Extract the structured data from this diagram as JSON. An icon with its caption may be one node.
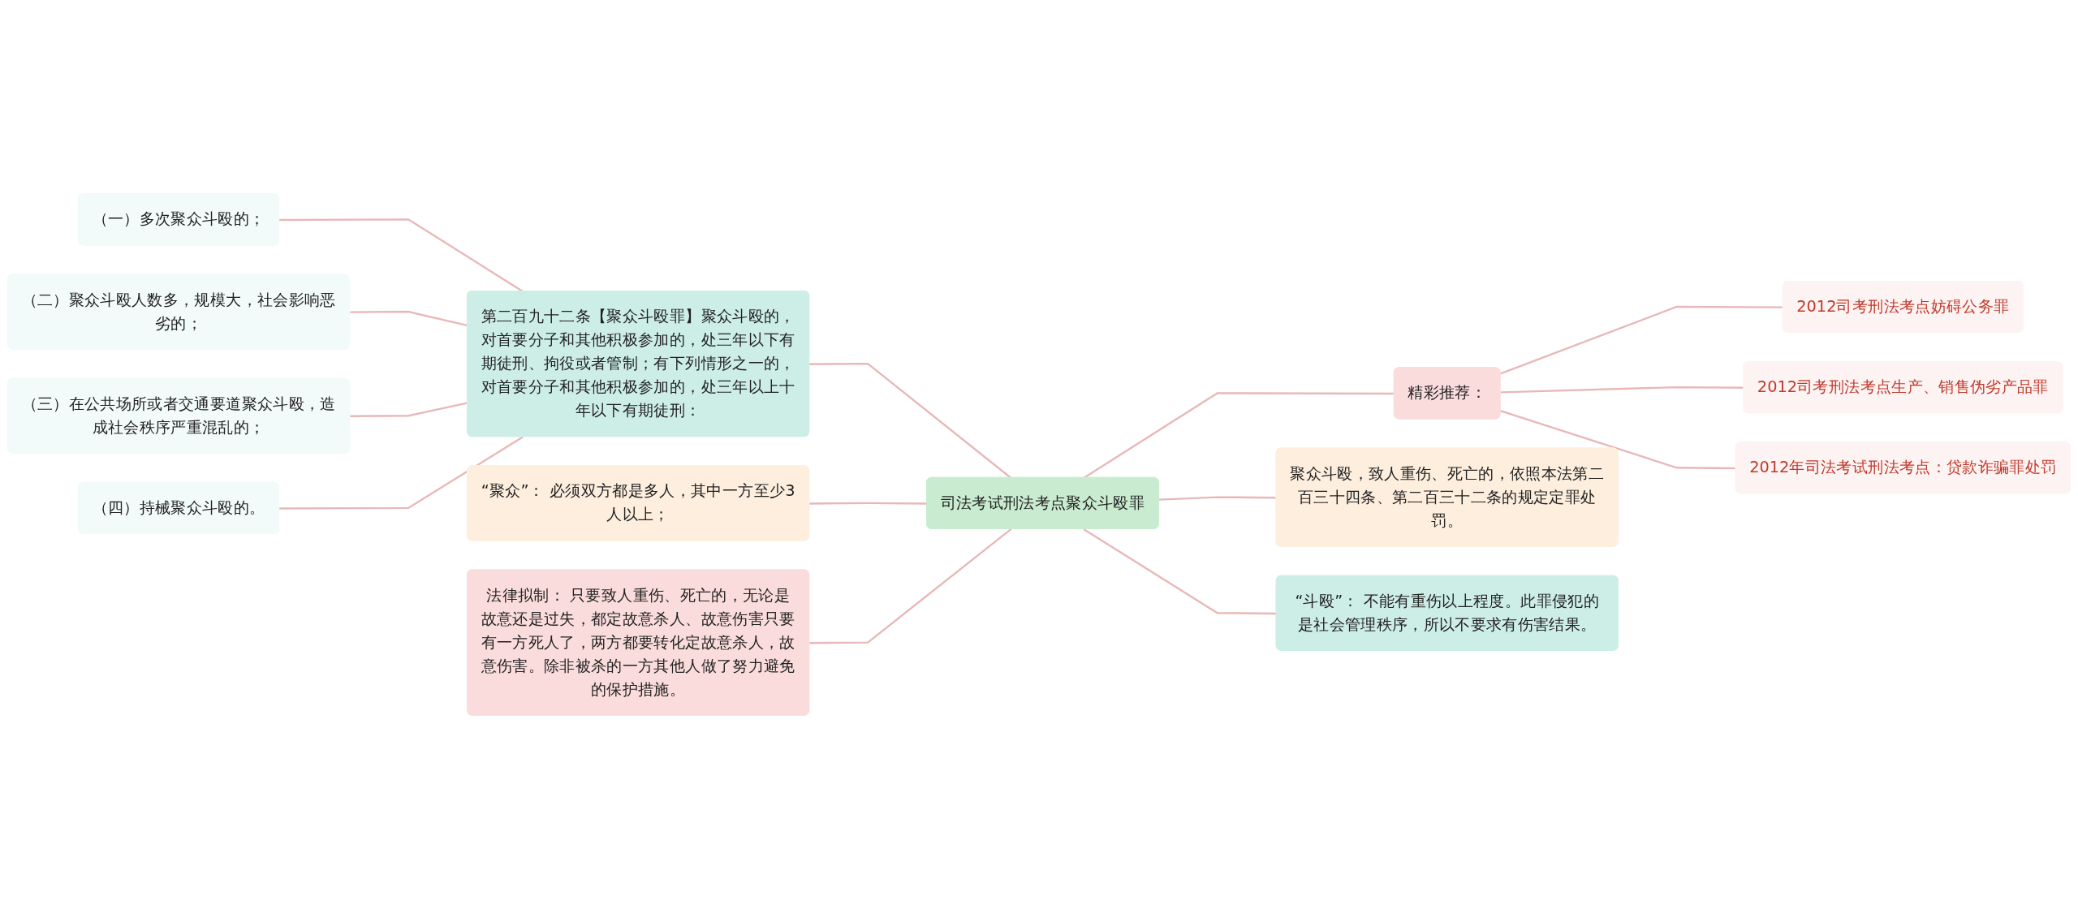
{
  "diagram": {
    "nodes": [
      {
        "text": [
          "司法考试刑法考点聚众斗殴罪"
        ]
      },
      {
        "text": [
          "第二百九十二条【聚众斗殴罪】聚众斗殴的，对首要分子和其他积极参加的，处三年以下有期徒刑、拘役或者管制；有下列情形之一的，对首要分子和其他积极参加的，处三年以上十年以下有期徒刑："
        ]
      },
      {
        "text": [
          "（一）多次聚众斗殴的；"
        ]
      },
      {
        "text": [
          "（二）聚众斗殴人数多，规模大，社会影响恶劣的；"
        ]
      },
      {
        "text": [
          "（三）在公共场所或者交通要道聚众斗殴，造成社会秩序严重混乱的；"
        ]
      },
      {
        "text": [
          "（四）持械聚众斗殴的。"
        ]
      },
      {
        "text": [
          "“聚众”： 必须双方都是多人，其中一方至少3人以上；"
        ]
      },
      {
        "text": [
          "法律拟制： 只要致人重伤、死亡的，无论是故意还是过失，都定故意杀人、故意伤害只要有一方死人了，两方都要转化定故意杀人，故意伤害。除非被杀的一方其他人做了努力避免的保护措施。"
        ]
      },
      {
        "text": [
          "精彩推荐："
        ]
      },
      {
        "text": [
          "2012司考刑法考点妨碍公务罪"
        ]
      },
      {
        "text": [
          "2012司考刑法考点生产、销售伪劣产品罪"
        ]
      },
      {
        "text": [
          "2012年司法考试刑法考点：贷款诈骗罪处罚"
        ]
      },
      {
        "text": [
          "聚众斗殴，致人重伤、死亡的，依照本法第二百三十四条、第二百三十二条的规定定罪处罚。"
        ]
      },
      {
        "text": [
          "“斗殴”： 不能有重伤以上程度。此罪侵犯的是社会管理秩序，所以不要求有伤害结果。"
        ]
      }
    ],
    "edges": [
      {
        "from": 1,
        "to": 0,
        "arrow": "none"
      },
      {
        "from": 2,
        "to": 1,
        "arrow": "none"
      },
      {
        "from": 3,
        "to": 1,
        "arrow": "none"
      },
      {
        "from": 4,
        "to": 1,
        "arrow": "none"
      },
      {
        "from": 5,
        "to": 1,
        "arrow": "none"
      },
      {
        "from": 6,
        "to": 0,
        "arrow": "none"
      },
      {
        "from": 7,
        "to": 0,
        "arrow": "none"
      },
      {
        "from": 0,
        "to": 8,
        "arrow": "none"
      },
      {
        "from": 8,
        "to": 9,
        "arrow": "none"
      },
      {
        "from": 8,
        "to": 10,
        "arrow": "none"
      },
      {
        "from": 8,
        "to": 11,
        "arrow": "none"
      },
      {
        "from": 0,
        "to": 12,
        "arrow": "none"
      },
      {
        "from": 0,
        "to": 13,
        "arrow": "none"
      }
    ]
  }
}
